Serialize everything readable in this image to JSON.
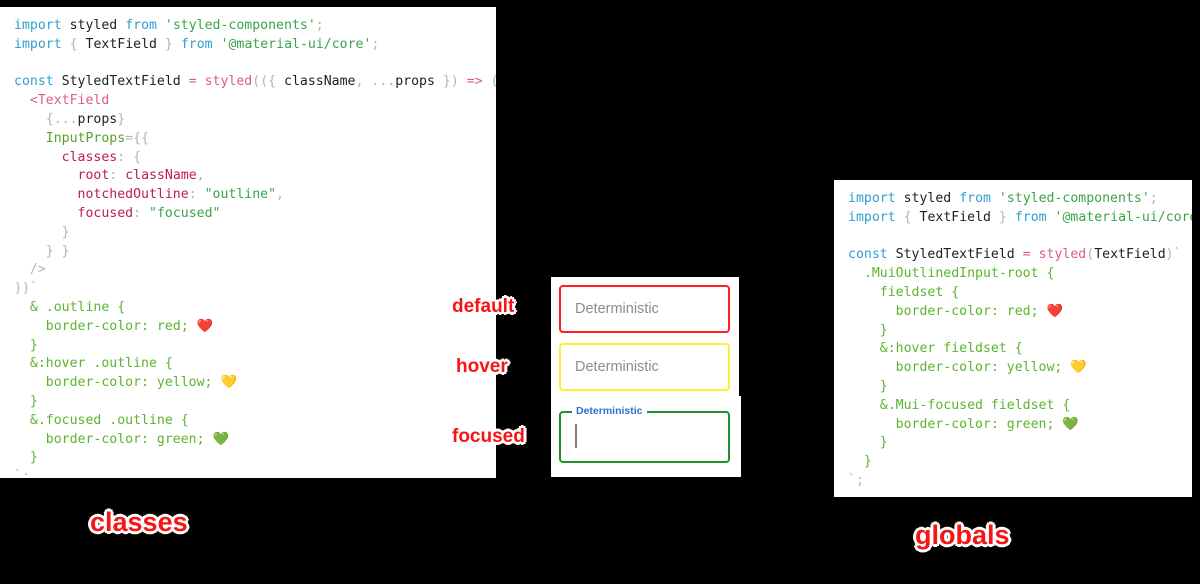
{
  "panels": {
    "classes": {
      "caption": "classes",
      "lines": [
        [
          {
            "t": "import",
            "c": "kw"
          },
          {
            "t": " ",
            "c": "id"
          },
          {
            "t": "styled",
            "c": "id"
          },
          {
            "t": " ",
            "c": "id"
          },
          {
            "t": "from",
            "c": "kw"
          },
          {
            "t": " ",
            "c": "id"
          },
          {
            "t": "'styled-components'",
            "c": "str"
          },
          {
            "t": ";",
            "c": "punc"
          }
        ],
        [
          {
            "t": "import",
            "c": "kw"
          },
          {
            "t": " ",
            "c": "id"
          },
          {
            "t": "{",
            "c": "punc"
          },
          {
            "t": " ",
            "c": "id"
          },
          {
            "t": "TextField",
            "c": "id"
          },
          {
            "t": " ",
            "c": "id"
          },
          {
            "t": "}",
            "c": "punc"
          },
          {
            "t": " ",
            "c": "id"
          },
          {
            "t": "from",
            "c": "kw"
          },
          {
            "t": " ",
            "c": "id"
          },
          {
            "t": "'@material-ui/core'",
            "c": "str"
          },
          {
            "t": ";",
            "c": "punc"
          }
        ],
        [],
        [
          {
            "t": "const",
            "c": "kw"
          },
          {
            "t": " ",
            "c": "id"
          },
          {
            "t": "StyledTextField",
            "c": "id"
          },
          {
            "t": " ",
            "c": "id"
          },
          {
            "t": "=",
            "c": "op"
          },
          {
            "t": " ",
            "c": "id"
          },
          {
            "t": "styled",
            "c": "tag"
          },
          {
            "t": "((",
            "c": "punc"
          },
          {
            "t": "{ ",
            "c": "punc"
          },
          {
            "t": "className",
            "c": "id"
          },
          {
            "t": ",",
            "c": "punc"
          },
          {
            "t": " ",
            "c": "id"
          },
          {
            "t": "...",
            "c": "punc"
          },
          {
            "t": "props",
            "c": "id"
          },
          {
            "t": " })",
            "c": "punc"
          },
          {
            "t": " ",
            "c": "id"
          },
          {
            "t": "=>",
            "c": "op"
          },
          {
            "t": " (",
            "c": "punc"
          }
        ],
        [
          {
            "t": "  ",
            "c": "id"
          },
          {
            "t": "<TextField",
            "c": "tag"
          }
        ],
        [
          {
            "t": "    ",
            "c": "id"
          },
          {
            "t": "{",
            "c": "punc"
          },
          {
            "t": "...",
            "c": "punc"
          },
          {
            "t": "props",
            "c": "id"
          },
          {
            "t": "}",
            "c": "punc"
          }
        ],
        [
          {
            "t": "    ",
            "c": "id"
          },
          {
            "t": "InputProps",
            "c": "grn"
          },
          {
            "t": "=",
            "c": "punc"
          },
          {
            "t": "{{",
            "c": "punc"
          }
        ],
        [
          {
            "t": "      ",
            "c": "id"
          },
          {
            "t": "classes",
            "c": "prop"
          },
          {
            "t": ": ",
            "c": "punc"
          },
          {
            "t": "{",
            "c": "punc"
          }
        ],
        [
          {
            "t": "        ",
            "c": "id"
          },
          {
            "t": "root",
            "c": "prop"
          },
          {
            "t": ": ",
            "c": "punc"
          },
          {
            "t": "className",
            "c": "prop"
          },
          {
            "t": ",",
            "c": "punc"
          }
        ],
        [
          {
            "t": "        ",
            "c": "id"
          },
          {
            "t": "notchedOutline",
            "c": "prop"
          },
          {
            "t": ": ",
            "c": "punc"
          },
          {
            "t": "\"outline\"",
            "c": "str"
          },
          {
            "t": ",",
            "c": "punc"
          }
        ],
        [
          {
            "t": "        ",
            "c": "id"
          },
          {
            "t": "focused",
            "c": "prop"
          },
          {
            "t": ": ",
            "c": "punc"
          },
          {
            "t": "\"focused\"",
            "c": "str"
          }
        ],
        [
          {
            "t": "      ",
            "c": "id"
          },
          {
            "t": "}",
            "c": "punc"
          }
        ],
        [
          {
            "t": "    ",
            "c": "id"
          },
          {
            "t": "} }",
            "c": "punc"
          }
        ],
        [
          {
            "t": "  ",
            "c": "id"
          },
          {
            "t": "/>",
            "c": "punc"
          }
        ],
        [
          {
            "t": "))`",
            "c": "punc"
          }
        ],
        [
          {
            "t": "  ",
            "c": "id"
          },
          {
            "t": "& .outline {",
            "c": "css"
          }
        ],
        [
          {
            "t": "    ",
            "c": "id"
          },
          {
            "t": "border-color: red; ",
            "c": "css"
          },
          {
            "t": "❤️",
            "c": "emoji"
          }
        ],
        [
          {
            "t": "  ",
            "c": "id"
          },
          {
            "t": "}",
            "c": "css"
          }
        ],
        [
          {
            "t": "  ",
            "c": "id"
          },
          {
            "t": "&:hover .outline {",
            "c": "css"
          }
        ],
        [
          {
            "t": "    ",
            "c": "id"
          },
          {
            "t": "border-color: yellow; ",
            "c": "css"
          },
          {
            "t": "💛",
            "c": "emoji"
          }
        ],
        [
          {
            "t": "  ",
            "c": "id"
          },
          {
            "t": "}",
            "c": "css"
          }
        ],
        [
          {
            "t": "  ",
            "c": "id"
          },
          {
            "t": "&.focused .outline {",
            "c": "css"
          }
        ],
        [
          {
            "t": "    ",
            "c": "id"
          },
          {
            "t": "border-color: green; ",
            "c": "css"
          },
          {
            "t": "💚",
            "c": "emoji"
          }
        ],
        [
          {
            "t": "  ",
            "c": "id"
          },
          {
            "t": "}",
            "c": "css"
          }
        ],
        [
          {
            "t": "`;",
            "c": "punc"
          }
        ]
      ]
    },
    "globals": {
      "caption": "globals",
      "lines": [
        [
          {
            "t": "import",
            "c": "kw"
          },
          {
            "t": " ",
            "c": "id"
          },
          {
            "t": "styled",
            "c": "id"
          },
          {
            "t": " ",
            "c": "id"
          },
          {
            "t": "from",
            "c": "kw"
          },
          {
            "t": " ",
            "c": "id"
          },
          {
            "t": "'styled-components'",
            "c": "str"
          },
          {
            "t": ";",
            "c": "punc"
          }
        ],
        [
          {
            "t": "import",
            "c": "kw"
          },
          {
            "t": " ",
            "c": "id"
          },
          {
            "t": "{",
            "c": "punc"
          },
          {
            "t": " ",
            "c": "id"
          },
          {
            "t": "TextField",
            "c": "id"
          },
          {
            "t": " ",
            "c": "id"
          },
          {
            "t": "}",
            "c": "punc"
          },
          {
            "t": " ",
            "c": "id"
          },
          {
            "t": "from",
            "c": "kw"
          },
          {
            "t": " ",
            "c": "id"
          },
          {
            "t": "'@material-ui/core'",
            "c": "str"
          },
          {
            "t": ";",
            "c": "punc"
          }
        ],
        [],
        [
          {
            "t": "const",
            "c": "kw"
          },
          {
            "t": " ",
            "c": "id"
          },
          {
            "t": "StyledTextField",
            "c": "id"
          },
          {
            "t": " ",
            "c": "id"
          },
          {
            "t": "=",
            "c": "op"
          },
          {
            "t": " ",
            "c": "id"
          },
          {
            "t": "styled",
            "c": "tag"
          },
          {
            "t": "(",
            "c": "punc"
          },
          {
            "t": "TextField",
            "c": "id"
          },
          {
            "t": ")`",
            "c": "punc"
          }
        ],
        [
          {
            "t": "  ",
            "c": "id"
          },
          {
            "t": ".MuiOutlinedInput-root {",
            "c": "css"
          }
        ],
        [
          {
            "t": "    ",
            "c": "id"
          },
          {
            "t": "fieldset {",
            "c": "css"
          }
        ],
        [
          {
            "t": "      ",
            "c": "id"
          },
          {
            "t": "border-color: red; ",
            "c": "css"
          },
          {
            "t": "❤️",
            "c": "emoji"
          }
        ],
        [
          {
            "t": "    ",
            "c": "id"
          },
          {
            "t": "}",
            "c": "css"
          }
        ],
        [
          {
            "t": "    ",
            "c": "id"
          },
          {
            "t": "&:hover fieldset {",
            "c": "css"
          }
        ],
        [
          {
            "t": "      ",
            "c": "id"
          },
          {
            "t": "border-color: yellow; ",
            "c": "css"
          },
          {
            "t": "💛",
            "c": "emoji"
          }
        ],
        [
          {
            "t": "    ",
            "c": "id"
          },
          {
            "t": "}",
            "c": "css"
          }
        ],
        [
          {
            "t": "    ",
            "c": "id"
          },
          {
            "t": "&.Mui-focused fieldset {",
            "c": "css"
          }
        ],
        [
          {
            "t": "      ",
            "c": "id"
          },
          {
            "t": "border-color: green; ",
            "c": "css"
          },
          {
            "t": "💚",
            "c": "emoji"
          }
        ],
        [
          {
            "t": "    ",
            "c": "id"
          },
          {
            "t": "}",
            "c": "css"
          }
        ],
        [
          {
            "t": "  ",
            "c": "id"
          },
          {
            "t": "}",
            "c": "css"
          }
        ],
        [
          {
            "t": "`;",
            "c": "punc"
          }
        ]
      ]
    }
  },
  "demo": {
    "fields": [
      {
        "state": "default",
        "value": "Deterministic",
        "border_color": "#ff1f1f",
        "label": null
      },
      {
        "state": "hover",
        "value": "Deterministic",
        "border_color": "#ffee33",
        "label": null
      },
      {
        "state": "focused",
        "value": "",
        "border_color": "#1a9328",
        "label": "Deterministic"
      }
    ]
  },
  "annotations": {
    "default": "default",
    "hover": "hover",
    "focused": "focused"
  },
  "colors": {
    "red": "#ff1f1f",
    "yellow": "#ffee33",
    "green": "#1a9328",
    "annotation_red": "#f71414",
    "label_blue": "#2a72c8",
    "background": "#000000",
    "panel": "#ffffff"
  }
}
